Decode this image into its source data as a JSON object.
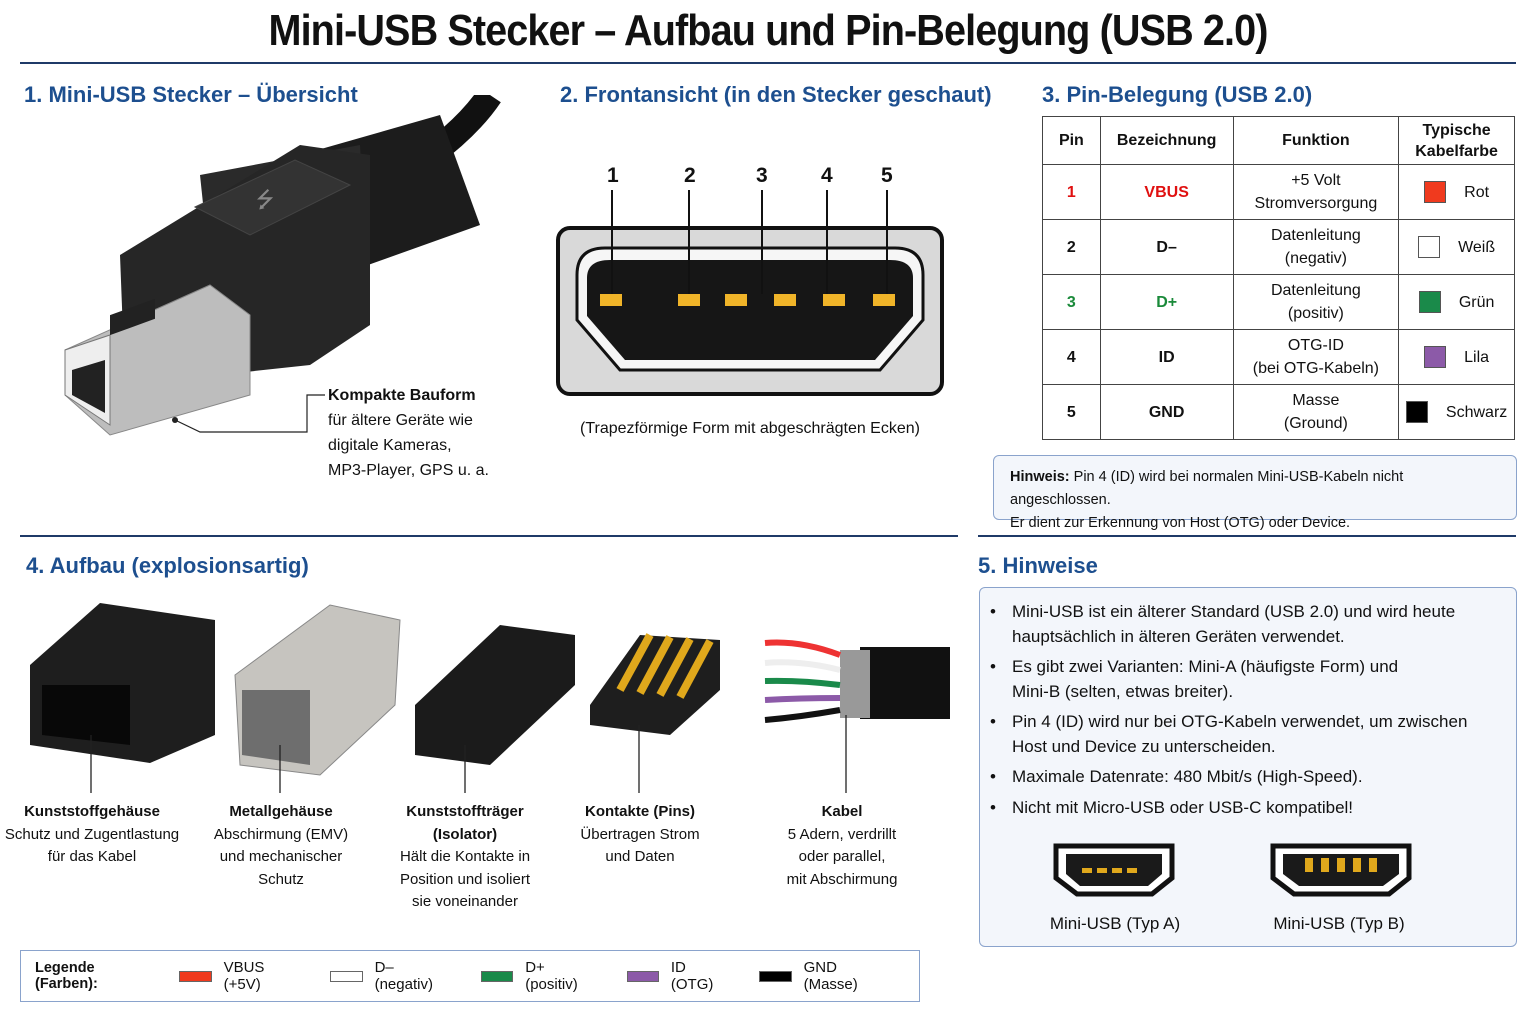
{
  "title": "Mini-USB Stecker – Aufbau und Pin-Belegung (USB 2.0)",
  "s1": {
    "heading": "1. Mini-USB Stecker – Übersicht",
    "callout_title": "Kompakte Bauform",
    "callout_lines": [
      "für ältere Geräte wie",
      "digitale Kameras,",
      "MP3-Player, GPS u. a."
    ]
  },
  "s2": {
    "heading": "2. Frontansicht (in den Stecker geschaut)",
    "pin_numbers": [
      "1",
      "2",
      "3",
      "4",
      "5"
    ],
    "caption": "(Trapezförmige Form mit abgeschrägten Ecken)"
  },
  "s3": {
    "heading": "3. Pin-Belegung (USB 2.0)",
    "headers": [
      "Pin",
      "Bezeichnung",
      "Funktion",
      "Typische Kabelfarbe"
    ],
    "rows": [
      {
        "pin": "1",
        "name": "VBUS",
        "f1": "+5 Volt",
        "f2": "Stromversorgung",
        "color": "Rot",
        "hex": "#f03a1e",
        "text": "#e01010"
      },
      {
        "pin": "2",
        "name": "D–",
        "f1": "Datenleitung",
        "f2": "(negativ)",
        "color": "Weiß",
        "hex": "#ffffff",
        "text": "#111111"
      },
      {
        "pin": "3",
        "name": "D+",
        "f1": "Datenleitung",
        "f2": "(positiv)",
        "color": "Grün",
        "hex": "#1a8a4a",
        "text": "#1a8a3a"
      },
      {
        "pin": "4",
        "name": "ID",
        "f1": "OTG-ID",
        "f2": "(bei OTG-Kabeln)",
        "color": "Lila",
        "hex": "#8c5aa8",
        "text": "#111111"
      },
      {
        "pin": "5",
        "name": "GND",
        "f1": "Masse",
        "f2": "(Ground)",
        "color": "Schwarz",
        "hex": "#000000",
        "text": "#111111"
      }
    ],
    "note_label": "Hinweis:",
    "note_line1": "Pin 4 (ID) wird bei normalen Mini-USB-Kabeln nicht angeschlossen.",
    "note_line2": "Er dient zur Erkennung von Host (OTG) oder Device."
  },
  "s4": {
    "heading": "4. Aufbau (explosionsartig)",
    "parts": [
      {
        "title": "Kunststoffgehäuse",
        "lines": [
          "Schutz und Zugentlastung",
          "für das Kabel"
        ]
      },
      {
        "title": "Metallgehäuse",
        "lines": [
          "Abschirmung (EMV)",
          "und mechanischer",
          "Schutz"
        ]
      },
      {
        "title": "Kunststoffträger",
        "title2": "(Isolator)",
        "lines": [
          "Hält die Kontakte in",
          "Position und isoliert",
          "sie voneinander"
        ]
      },
      {
        "title": "Kontakte (Pins)",
        "lines": [
          "Übertragen Strom",
          "und Daten"
        ]
      },
      {
        "title": "Kabel",
        "lines": [
          "5 Adern, verdrillt",
          "oder parallel,",
          "mit Abschirmung"
        ]
      }
    ]
  },
  "legend": {
    "label": "Legende (Farben):",
    "items": [
      {
        "label": "VBUS (+5V)",
        "hex": "#f03a1e"
      },
      {
        "label": "D– (negativ)",
        "hex": "#ffffff"
      },
      {
        "label": "D+ (positiv)",
        "hex": "#1a8a4a"
      },
      {
        "label": "ID (OTG)",
        "hex": "#8c5aa8"
      },
      {
        "label": "GND (Masse)",
        "hex": "#000000"
      }
    ]
  },
  "s5": {
    "heading": "5. Hinweise",
    "bullets": [
      [
        "Mini-USB ist ein älterer Standard (USB 2.0) und wird heute",
        "hauptsächlich in älteren Geräten verwendet."
      ],
      [
        "Es gibt zwei Varianten: Mini-A (häufigste Form) und",
        "Mini-B (selten, etwas breiter)."
      ],
      [
        "Pin 4 (ID) wird nur bei OTG-Kabeln verwendet, um zwischen",
        "Host und Device zu unterscheiden."
      ],
      [
        "Maximale Datenrate: 480 Mbit/s (High-Speed)."
      ],
      [
        "Nicht mit Micro-USB oder USB-C kompatibel!"
      ]
    ],
    "type_a": "Mini-USB (Typ A)",
    "type_b": "Mini-USB (Typ B)"
  }
}
